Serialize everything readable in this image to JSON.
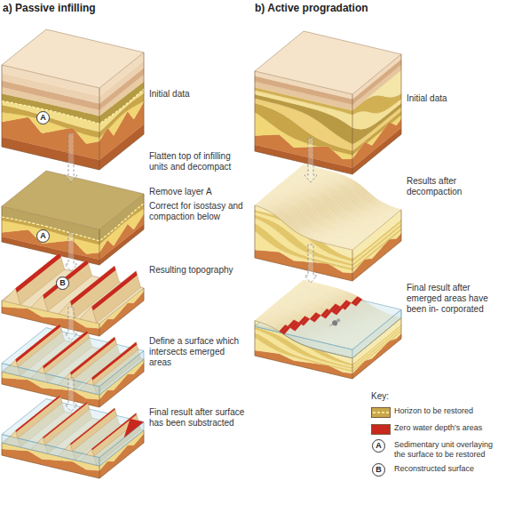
{
  "diagram": {
    "nodes": [
      {
        "text": [
          "A"
        ]
      },
      {
        "text": [
          "A"
        ]
      },
      {
        "text": [
          "B"
        ]
      }
    ],
    "labels": [
      "a) Passive infilling",
      "Initial data",
      "Flatten top of infilling units and decompact",
      "Remove layer A",
      "Correct for isostasy and compaction below",
      "Resulting topography",
      "Define a surface which intersects emerged areas",
      "Final result after surface has been substracted",
      "b) Active progradation",
      "Initial data",
      "Results after decompaction",
      "Final result after emerged areas have been in- corporated",
      "Key:",
      "A",
      "B"
    ],
    "legend": [
      {
        "text": "Horizon to be restored",
        "color": "#c9a84c"
      },
      {
        "text": "Zero water depth's areas",
        "color": "#c8281e"
      },
      {
        "text": "Sedimentary unit overlaying the surface to be restored"
      },
      {
        "text": "Reconstructed surface"
      }
    ]
  }
}
